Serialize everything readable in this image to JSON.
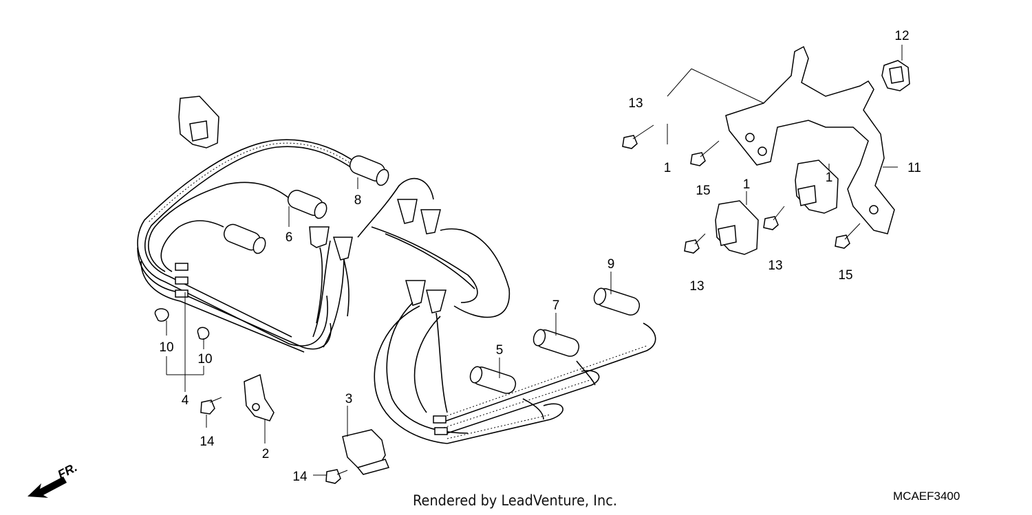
{
  "callouts": {
    "n1a": "1",
    "n1b": "1",
    "n1c": "1",
    "n2": "2",
    "n3": "3",
    "n4": "4",
    "n5": "5",
    "n6": "6",
    "n7": "7",
    "n8": "8",
    "n9": "9",
    "n10a": "10",
    "n10b": "10",
    "n11": "11",
    "n12": "12",
    "n13a": "13",
    "n13b": "13",
    "n13c": "13",
    "n14a": "14",
    "n14b": "14",
    "n15a": "15",
    "n15b": "15"
  },
  "front_marker": "FR.",
  "footer_credit": "Rendered by LeadVenture, Inc.",
  "diagram_code": "MCAEF3400"
}
